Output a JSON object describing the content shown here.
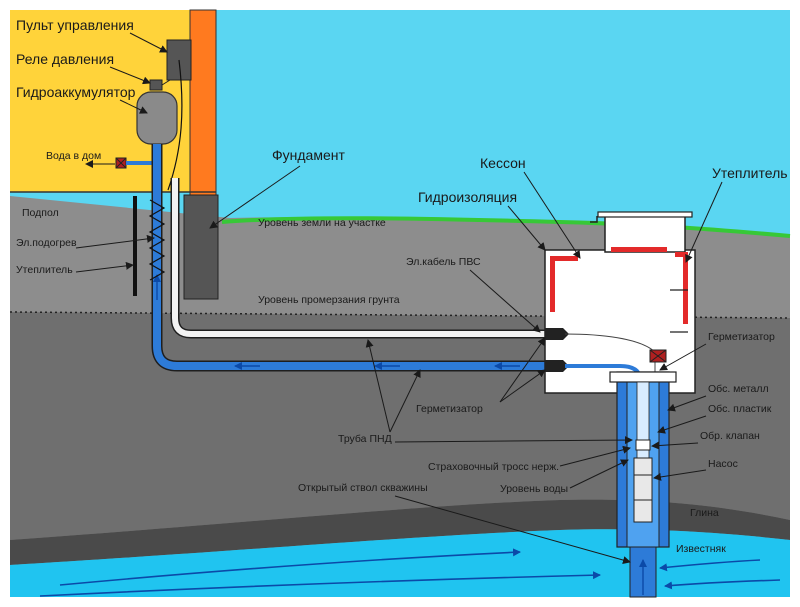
{
  "diagram": {
    "labels": {
      "control_panel": "Пульт управления",
      "pressure_relay": "Реле давления",
      "accumulator": "Гидроаккумулятор",
      "water_to_house": "Вода в дом",
      "underfloor": "Подпол",
      "el_heating": "Эл.подогрев",
      "insulation_left": "Утеплитель",
      "foundation": "Фундамент",
      "caisson": "Кессон",
      "waterproofing": "Гидроизоляция",
      "insulation_right": "Утеплитель",
      "ground_level": "Уровень земли на участке",
      "cable": "Эл.кабель ПВС",
      "freezing_level": "Уровень промерзания грунта",
      "sealer_top": "Герметизатор",
      "casing_metal": "Обс. металл",
      "casing_plastic": "Обс. пластик",
      "check_valve": "Обр. клапан",
      "pump": "Насос",
      "sealer_bottom": "Герметизатор",
      "pipe": "Труба ПНД",
      "safety_cable": "Страховочный тросс нерж.",
      "water_level": "Уровень воды",
      "open_borehole": "Открытый ствол скважины",
      "clay": "Глина",
      "limestone": "Известняк"
    },
    "colors": {
      "sky": "#5ad6f2",
      "house": "#ffd33a",
      "ground": "#8d8d8d",
      "soil_dark": "#6f6f6f",
      "grass": "#37c837",
      "pipe": "#2d7bd8",
      "wall": "#ff7a1f",
      "water": "#20c4f0",
      "insulation": "#e32a2a"
    }
  }
}
